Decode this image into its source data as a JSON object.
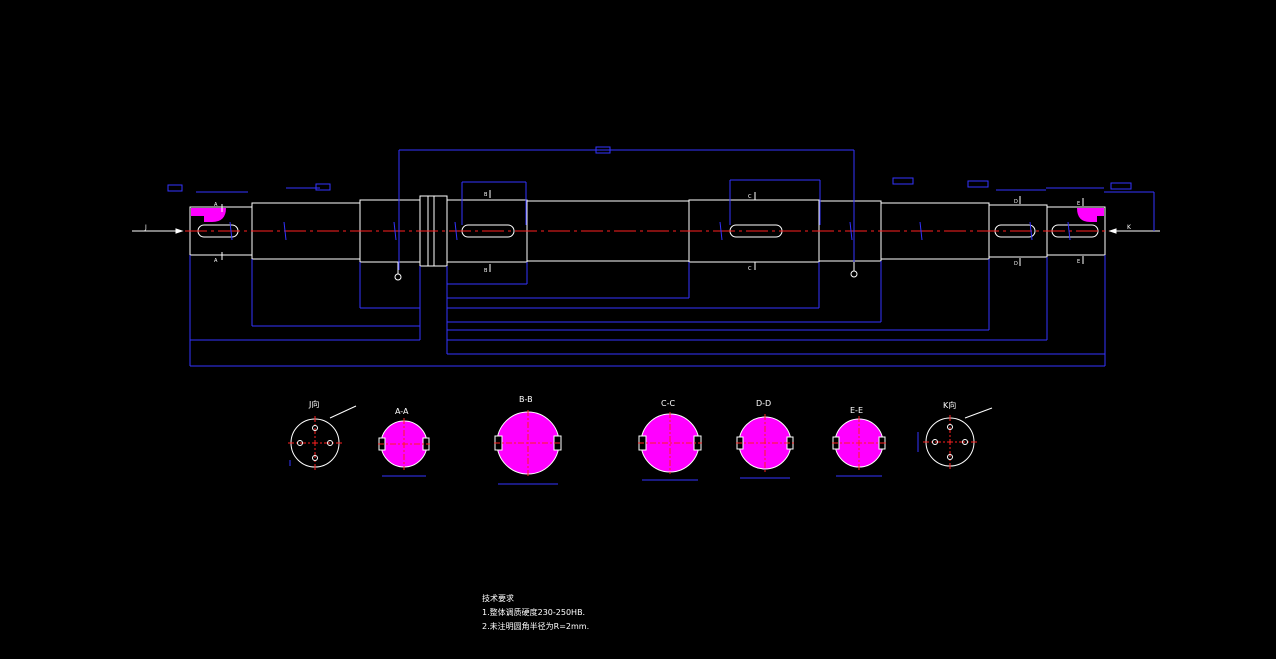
{
  "colors": {
    "background": "#000000",
    "outline": "#ffffff",
    "dimension": "#3333ff",
    "centerline": "#ff2020",
    "section_fill": "#ff00ff"
  },
  "sections": {
    "j": "J向",
    "aa": "A-A",
    "bb": "B-B",
    "cc": "C-C",
    "dd": "D-D",
    "ee": "E-E",
    "k": "K向"
  },
  "cut_labels": {
    "a": "A",
    "b": "B",
    "c": "C",
    "d": "D",
    "e": "E",
    "j": "J",
    "k": "K"
  },
  "tech_requirements": {
    "title": "技术要求",
    "item1": "1.整体调质硬度230-250HB.",
    "item2": "2.未注明圆角半径为R=2mm."
  }
}
